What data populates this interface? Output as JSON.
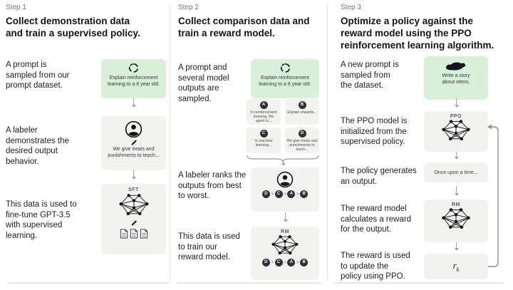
{
  "figure_title": "RLHF three-step training diagram",
  "colors": {
    "background": "#ffffff",
    "green_box": "#d8f1d8",
    "gray_box": "#f2f2f1",
    "heading_text": "#131417",
    "step_label_text": "#74747c",
    "divider": "#e5e5e3",
    "arrow": "#a3a4a7",
    "badge": "#2f2f38"
  },
  "icons": {
    "prompt_sampling": "cycle-icon",
    "labeler": "person-icon",
    "writing": "pencil-icon",
    "model": "neural-network-icon",
    "demonstration_data": "document-icon",
    "otter_prompt": "otter-icon"
  },
  "steps": [
    {
      "label": "Step 1",
      "heading": "Collect demonstration data\nand train a supervised policy.",
      "annotations": [
        "A prompt is\nsampled from our\nprompt dataset.",
        "A labeler\ndemonstrates the\ndesired output\nbehavior.",
        "This data is used to\nfine-tune GPT-3.5\nwith supervised\nlearning."
      ],
      "prompt_box": {
        "icon": "cycle-icon",
        "text": "Explain reinforcement\nlearning to a 6 year old."
      },
      "labeler_box": {
        "icon": "person-icon",
        "text": "We give treats and\npunishments to teach..."
      },
      "sft_box": {
        "model_label": "SFT"
      }
    },
    {
      "label": "Step 2",
      "heading": "Collect comparison data and\ntrain a reward model.",
      "annotations": [
        "A prompt and\nseveral model\noutputs are\nsampled.",
        "A labeler ranks the\noutputs from best\nto worst.",
        "This data is used\nto train our\nreward model."
      ],
      "prompt_box": {
        "icon": "cycle-icon",
        "text": "Explain reinforcement\nlearning to a 6 year old."
      },
      "outputs": [
        {
          "id": "A",
          "text": "In reinforcement\nlearning, the\nagent is..."
        },
        {
          "id": "B",
          "text": "Explain rewards..."
        },
        {
          "id": "C",
          "text": "In machine\nlearning..."
        },
        {
          "id": "D",
          "text": "We give treats and\npunishments to\nteach..."
        }
      ],
      "ranking": {
        "order": [
          "D",
          "C",
          "A",
          "B"
        ],
        "separator": ">"
      },
      "rm_box": {
        "model_label": "RM"
      }
    },
    {
      "label": "Step 3",
      "heading": "Optimize a policy against the\nreward model using the PPO\nreinforcement learning algorithm.",
      "annotations": [
        "A new prompt is\nsampled from\nthe dataset.",
        "The PPO model is\ninitialized from the\nsupervised policy.",
        "The policy generates\nan output.",
        "The reward model\ncalculates a reward\nfor the output.",
        "The reward is used\nto update the\npolicy using PPO."
      ],
      "prompt_box": {
        "icon": "otter-icon",
        "text": "Write a story\nabout otters."
      },
      "ppo_box": {
        "model_label": "PPO"
      },
      "output_box": {
        "text": "Once upon a time..."
      },
      "rm_box": {
        "model_label": "RM"
      },
      "reward_box": {
        "symbol": "r",
        "subscript": "k"
      }
    }
  ]
}
